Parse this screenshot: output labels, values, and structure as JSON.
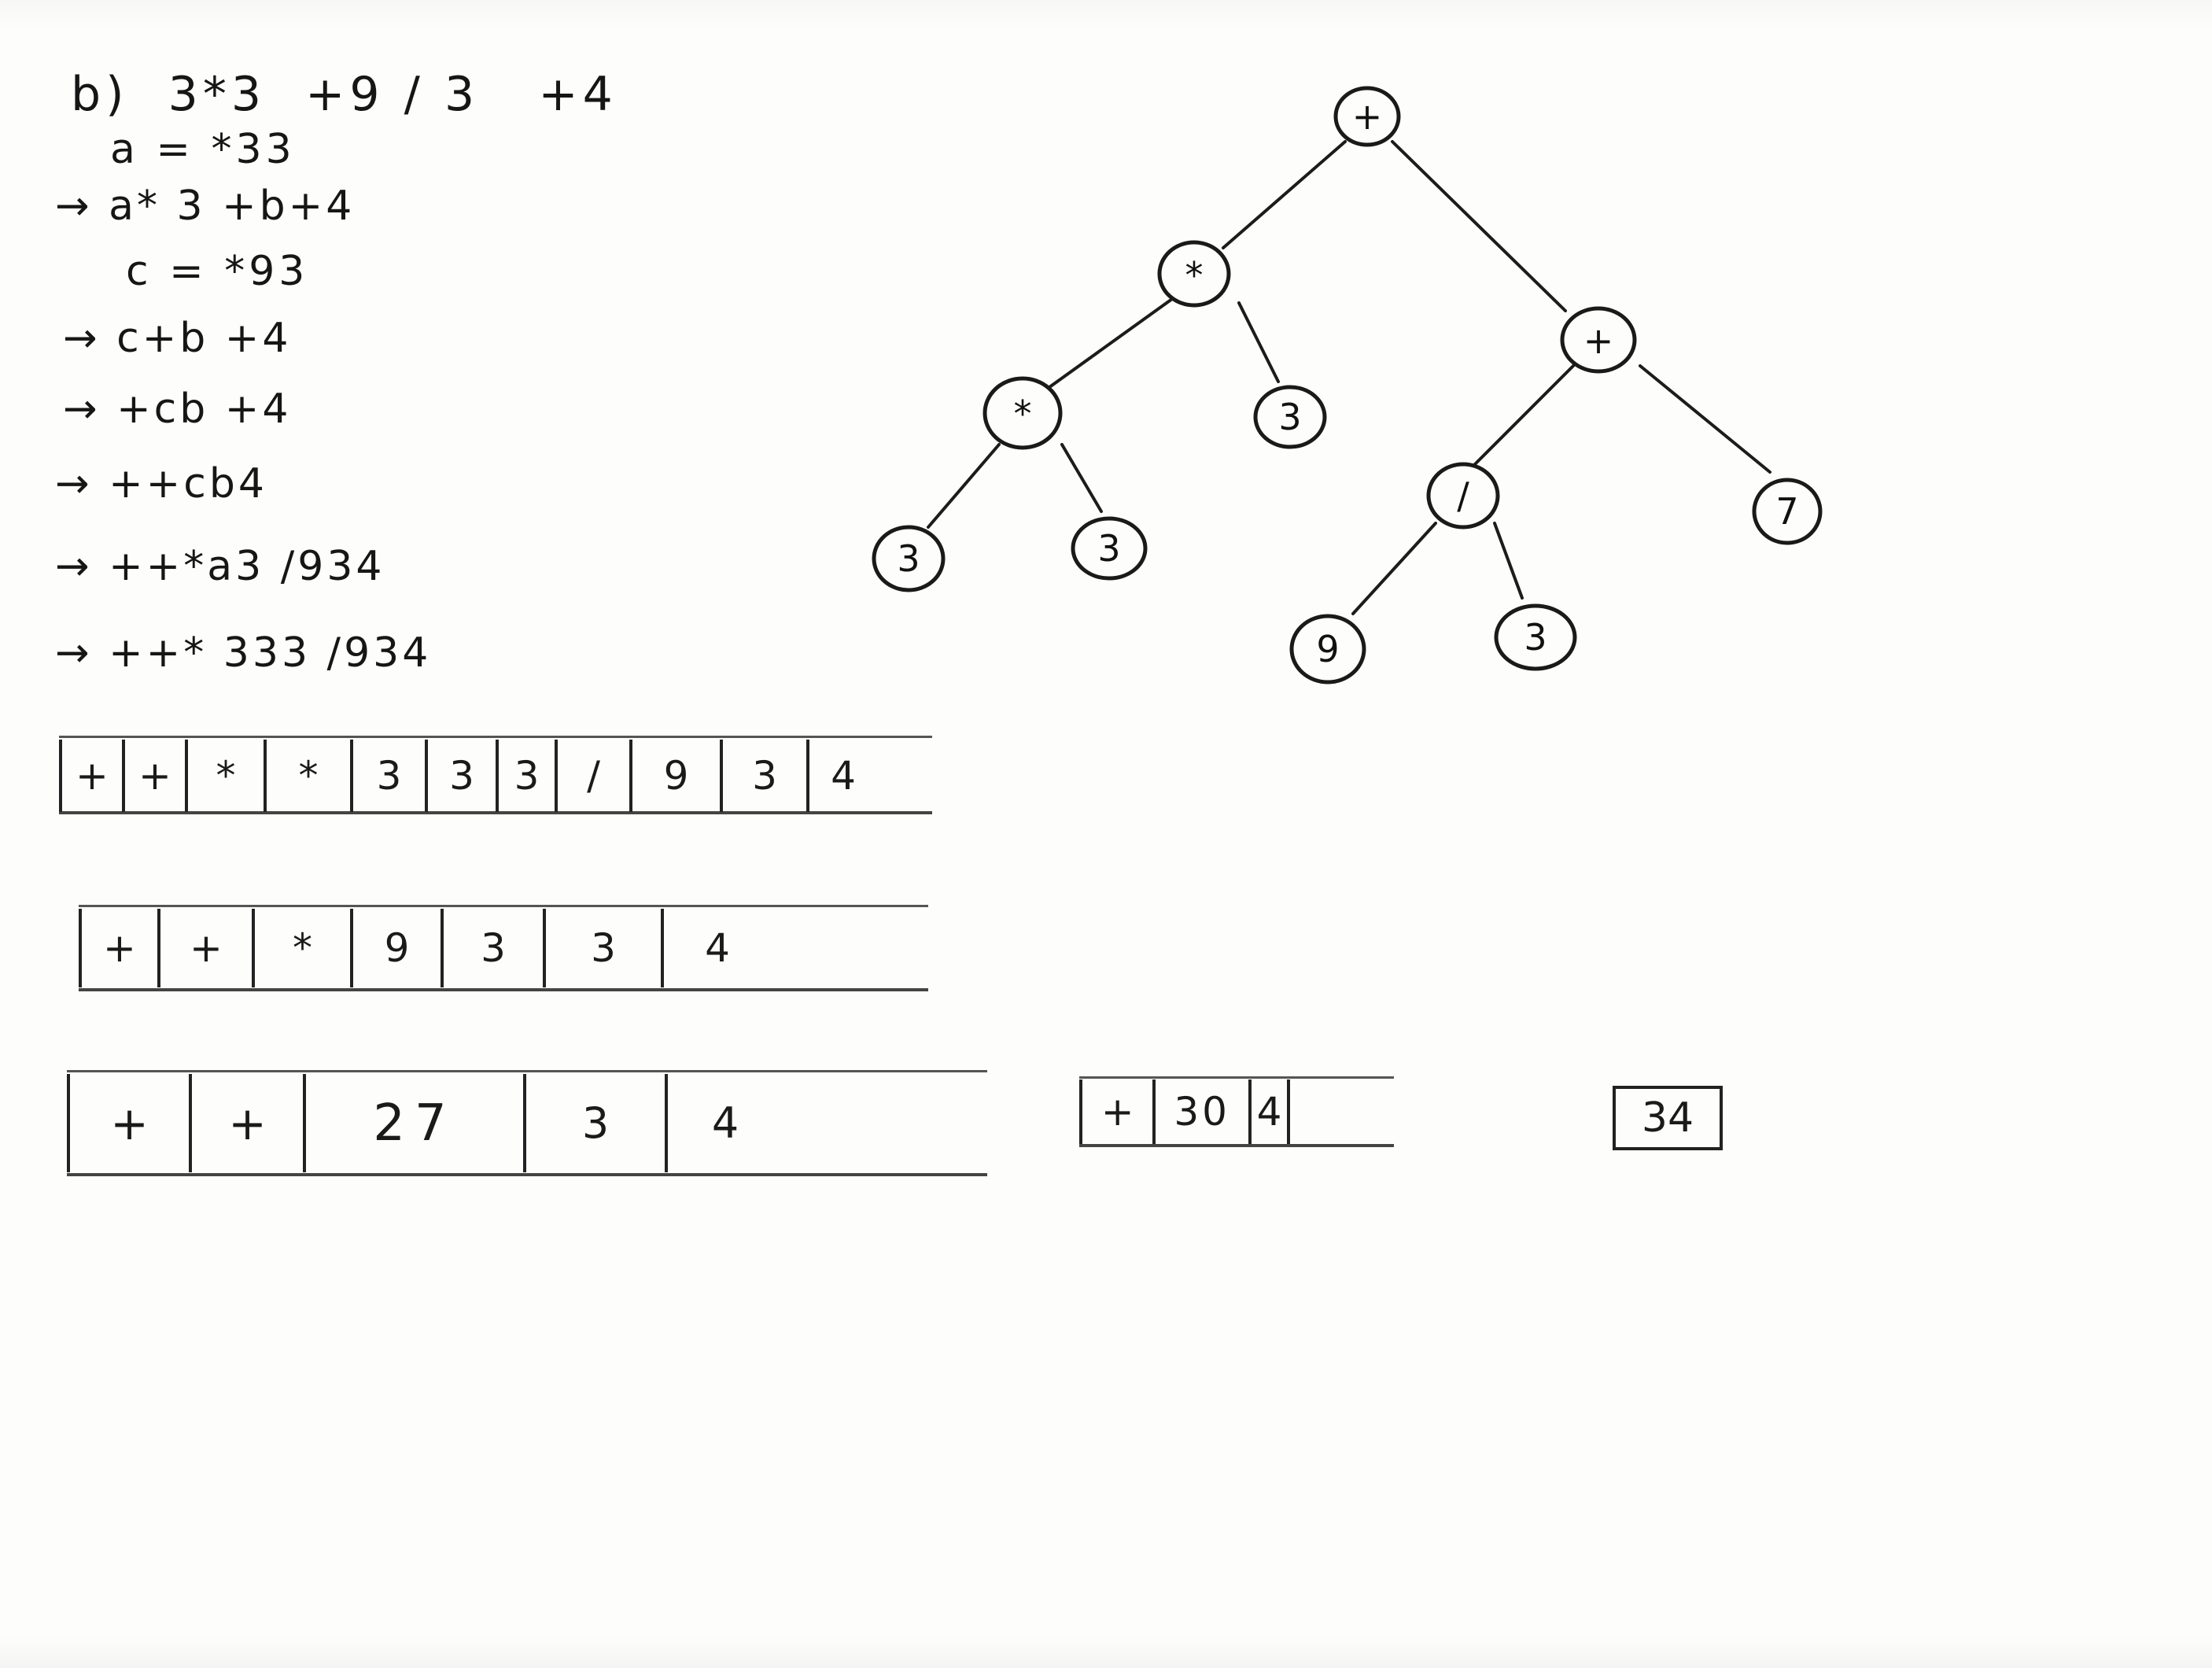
{
  "derivation": {
    "heading": "b)  3*3  +9 / 3   +4",
    "lines": [
      "a = *33",
      "→ a* 3 +b+4",
      "c = *93",
      "→ c+b +4",
      "→ +cb +4",
      "→ ++cb4",
      "→ ++*a3 /934",
      "→ ++* 333 /934"
    ]
  },
  "tree": {
    "nodes": [
      {
        "id": "root",
        "label": "+"
      },
      {
        "id": "mul1",
        "label": "*"
      },
      {
        "id": "plus2",
        "label": "+"
      },
      {
        "id": "mul2",
        "label": "*"
      },
      {
        "id": "three_a",
        "label": "3"
      },
      {
        "id": "div",
        "label": "/"
      },
      {
        "id": "seven",
        "label": "7"
      },
      {
        "id": "three_b",
        "label": "3"
      },
      {
        "id": "three_c",
        "label": "3"
      },
      {
        "id": "nine",
        "label": "9"
      },
      {
        "id": "three_d",
        "label": "3"
      }
    ]
  },
  "stacks": {
    "row1": [
      "+",
      "+",
      "*",
      "*",
      "3",
      "3",
      "3",
      "/",
      "9",
      "3",
      "4"
    ],
    "row2": [
      "+",
      "+",
      "*",
      "9",
      "3",
      "3",
      "4"
    ],
    "row3": [
      "+",
      "+",
      "27",
      "3",
      "4"
    ],
    "row4": [
      "+",
      "30",
      "4"
    ],
    "result": "34"
  }
}
